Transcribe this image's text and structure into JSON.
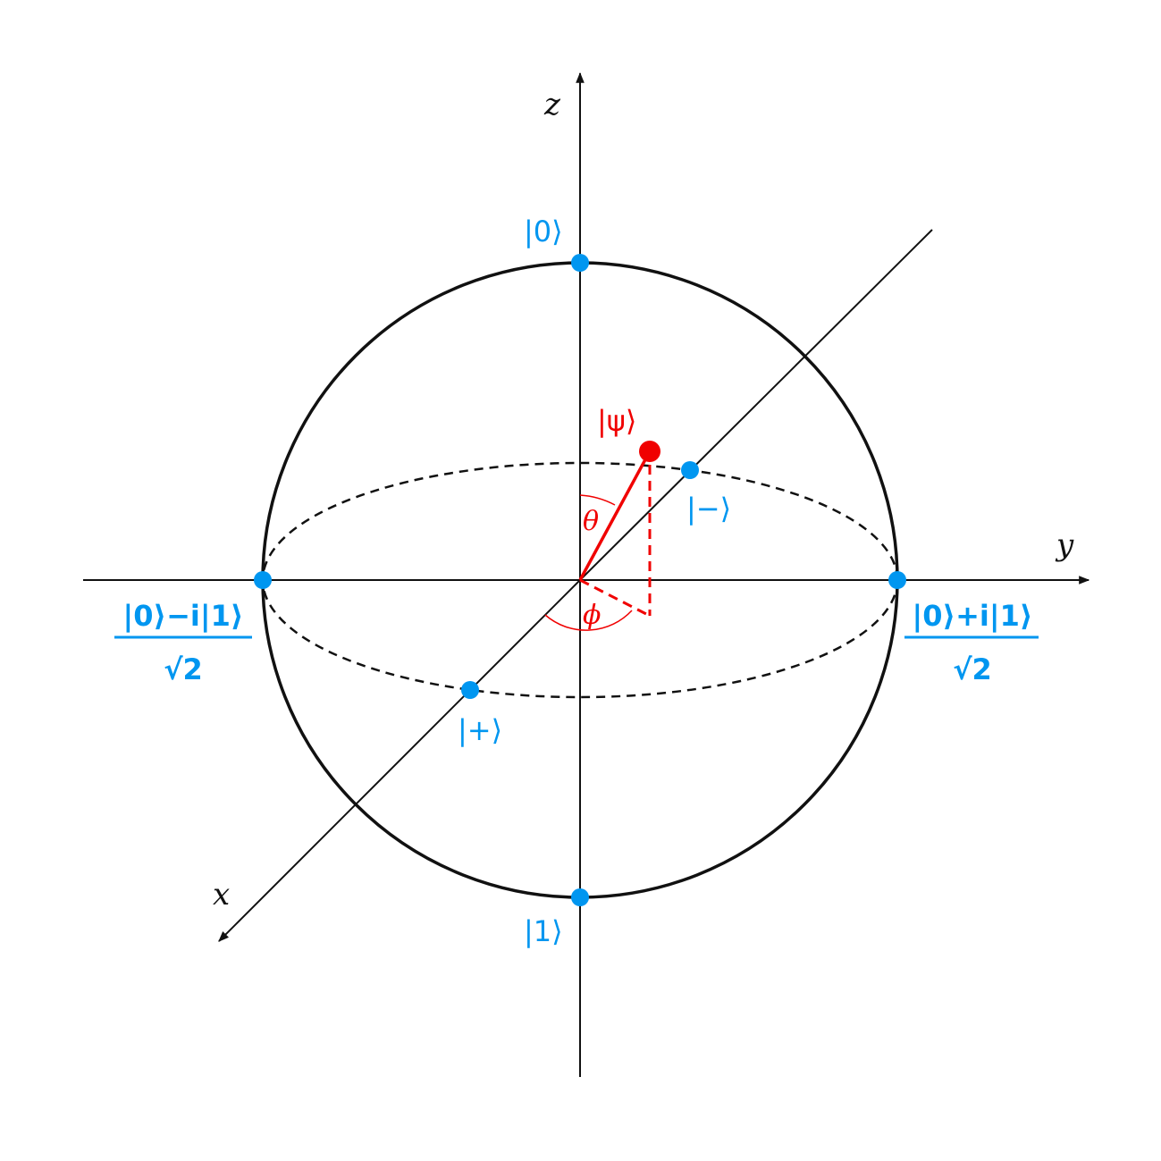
{
  "colors": {
    "axis": "#111111",
    "sphere": "#111111",
    "basis_state": "#0096f0",
    "psi": "#f00000"
  },
  "axes": {
    "x_label": "x",
    "y_label": "y",
    "z_label": "z"
  },
  "states": {
    "zero": "|0⟩",
    "one": "|1⟩",
    "plus": "|+⟩",
    "minus": "|−⟩",
    "minus_i_numerator": "|0⟩−i|1⟩",
    "minus_i_denominator": "√2",
    "plus_i_numerator": "|0⟩+i|1⟩",
    "plus_i_denominator": "√2"
  },
  "psi": {
    "label": "|ψ⟩",
    "theta_label": "θ",
    "phi_label": "ϕ"
  }
}
